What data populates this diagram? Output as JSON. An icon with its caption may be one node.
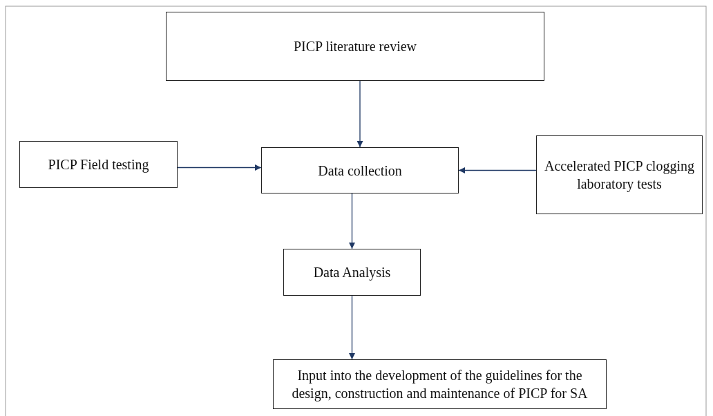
{
  "diagram": {
    "nodes": [
      {
        "text": [
          "PICP literature review"
        ]
      },
      {
        "text": [
          "PICP Field testing"
        ]
      },
      {
        "text": [
          "Data collection"
        ]
      },
      {
        "text": [
          "Accelerated PICP clogging laboratory tests"
        ]
      },
      {
        "text": [
          "Data Analysis"
        ]
      },
      {
        "text": [
          "Input into the development of the guidelines for the design, construction and maintenance of PICP for SA"
        ]
      }
    ],
    "edges": [
      {
        "from": 0,
        "to": 2,
        "arrow": "to"
      },
      {
        "from": 1,
        "to": 2,
        "arrow": "to"
      },
      {
        "from": 3,
        "to": 2,
        "arrow": "to"
      },
      {
        "from": 2,
        "to": 4,
        "arrow": "to"
      },
      {
        "from": 4,
        "to": 5,
        "arrow": "to"
      }
    ]
  }
}
